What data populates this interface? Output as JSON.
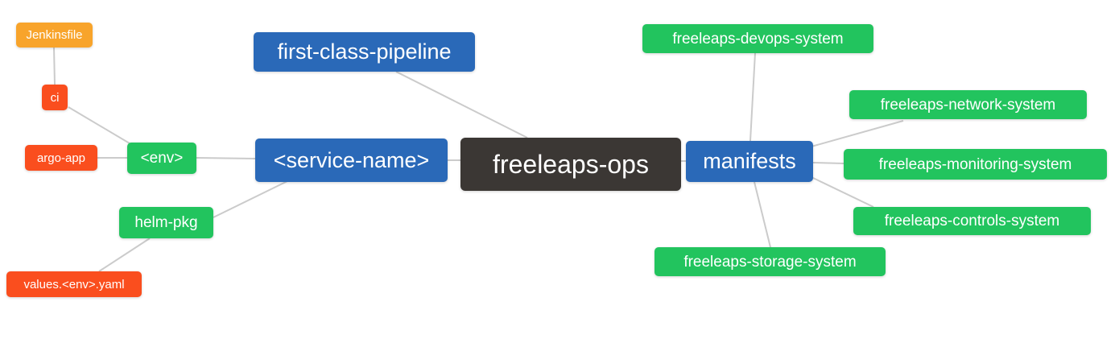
{
  "mindmap": {
    "nodes": [
      {
        "id": "jenkinsfile",
        "label": "Jenkinsfile",
        "color": "orange"
      },
      {
        "id": "ci",
        "label": "ci",
        "color": "red"
      },
      {
        "id": "argo-app",
        "label": "argo-app",
        "color": "red"
      },
      {
        "id": "env",
        "label": "<env>",
        "color": "green"
      },
      {
        "id": "helm-pkg",
        "label": "helm-pkg",
        "color": "green"
      },
      {
        "id": "values-env-yaml",
        "label": "values.<env>.yaml",
        "color": "red"
      },
      {
        "id": "first-class-pipeline",
        "label": "first-class-pipeline",
        "color": "blue"
      },
      {
        "id": "service-name",
        "label": "<service-name>",
        "color": "blue"
      },
      {
        "id": "freeleaps-ops",
        "label": "freeleaps-ops",
        "color": "dark"
      },
      {
        "id": "manifests",
        "label": "manifests",
        "color": "blue"
      },
      {
        "id": "freeleaps-devops-system",
        "label": "freeleaps-devops-system",
        "color": "green"
      },
      {
        "id": "freeleaps-network-system",
        "label": "freeleaps-network-system",
        "color": "green"
      },
      {
        "id": "freeleaps-monitoring-system",
        "label": "freeleaps-monitoring-system",
        "color": "green"
      },
      {
        "id": "freeleaps-controls-system",
        "label": "freeleaps-controls-system",
        "color": "green"
      },
      {
        "id": "freeleaps-storage-system",
        "label": "freeleaps-storage-system",
        "color": "green"
      }
    ],
    "edges": [
      {
        "from": "jenkinsfile",
        "to": "ci"
      },
      {
        "from": "ci",
        "to": "env"
      },
      {
        "from": "argo-app",
        "to": "env"
      },
      {
        "from": "env",
        "to": "service-name"
      },
      {
        "from": "helm-pkg",
        "to": "service-name"
      },
      {
        "from": "values-env-yaml",
        "to": "helm-pkg"
      },
      {
        "from": "first-class-pipeline",
        "to": "freeleaps-ops"
      },
      {
        "from": "service-name",
        "to": "freeleaps-ops"
      },
      {
        "from": "freeleaps-ops",
        "to": "manifests"
      },
      {
        "from": "freeleaps-devops-system",
        "to": "manifests"
      },
      {
        "from": "manifests",
        "to": "freeleaps-network-system"
      },
      {
        "from": "manifests",
        "to": "freeleaps-monitoring-system"
      },
      {
        "from": "manifests",
        "to": "freeleaps-controls-system"
      },
      {
        "from": "manifests",
        "to": "freeleaps-storage-system"
      }
    ]
  },
  "colors": {
    "orange": "#F8A42B",
    "red": "#FA4E1E",
    "green": "#22C45E",
    "blue": "#2A69B8",
    "dark": "#3B3734",
    "edge": "#CBCBCB",
    "text": "#FFFFFF",
    "background": "#FFFFFF"
  }
}
